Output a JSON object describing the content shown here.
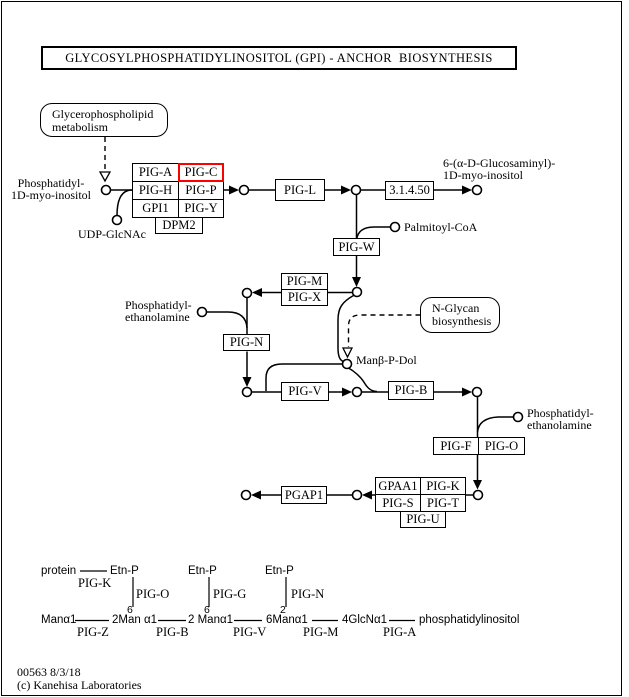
{
  "colors": {
    "highlight_border": "#FF0000",
    "line": "#000000",
    "background": "#FFFFFF"
  },
  "header": {
    "title": "GLYCOSYLPHOSPHATIDYLINOSITOL (GPI) - ANCHOR  BIOSYNTHESIS"
  },
  "footer": {
    "map_id": "00563 8/3/18",
    "copyright": "(c) Kanehisa Laboratories"
  },
  "pathway_links": {
    "glycerophospholipid": {
      "line1": "Glycerophospholipid",
      "line2": "metabolism"
    },
    "n_glycan": {
      "line1": "N-Glycan",
      "line2": "biosynthesis"
    }
  },
  "enzymes": {
    "pig_a": "PIG-A",
    "pig_c": "PIG-C",
    "pig_h": "PIG-H",
    "pig_p": "PIG-P",
    "gpi1": "GPI1",
    "pig_y": "PIG-Y",
    "dpm2": "DPM2",
    "pig_l": "PIG-L",
    "ec_3_1_4_50": "3.1.4.50",
    "pig_w": "PIG-W",
    "pig_m": "PIG-M",
    "pig_x": "PIG-X",
    "pig_n": "PIG-N",
    "pig_v": "PIG-V",
    "pig_b": "PIG-B",
    "pig_f": "PIG-F",
    "pig_o": "PIG-O",
    "gpaa1": "GPAA1",
    "pig_k": "PIG-K",
    "pig_s": "PIG-S",
    "pig_t": "PIG-T",
    "pig_u": "PIG-U",
    "pgap1": "PGAP1"
  },
  "compounds": {
    "phosphatidyl_inositol": {
      "line1": "Phosphatidyl-",
      "line2": "1D-myo-inositol"
    },
    "udp_glcnac": "UDP-GlcNAc",
    "glucosaminyl_inositol": {
      "line1": "6-(α-D-Glucosaminyl)-",
      "line2": "1D-myo-inositol"
    },
    "palmitoyl_coa": "Palmitoyl-CoA",
    "pe_left": {
      "line1": "Phosphatidyl-",
      "line2": "ethanolamine"
    },
    "pe_right": {
      "line1": "Phosphatidyl-",
      "line2": "ethanolamine"
    },
    "man_p_dol": "Manβ-P-Dol"
  },
  "structure": {
    "protein": "protein",
    "etn_p_1": "Etn-P",
    "etn_p_2": "Etn-P",
    "etn_p_3": "Etn-P",
    "link_pig_k": "PIG-K",
    "link_pig_o": "PIG-O",
    "link_pig_g": "PIG-G",
    "link_pig_n": "PIG-N",
    "pos_1": "6",
    "pos_2": "6",
    "pos_3": "2",
    "man_1": "Manα1",
    "man_2": "2Man α1",
    "man_3": "2 Manα1",
    "man_4": "6Manα1",
    "glcn": "4GlcNα1",
    "ptd_inositol": "phosphatidylinositol",
    "link_pig_z": "PIG-Z",
    "link_pig_b": "PIG-B",
    "link_pig_v": "PIG-V",
    "link_pig_m": "PIG-M",
    "link_pig_a": "PIG-A"
  }
}
